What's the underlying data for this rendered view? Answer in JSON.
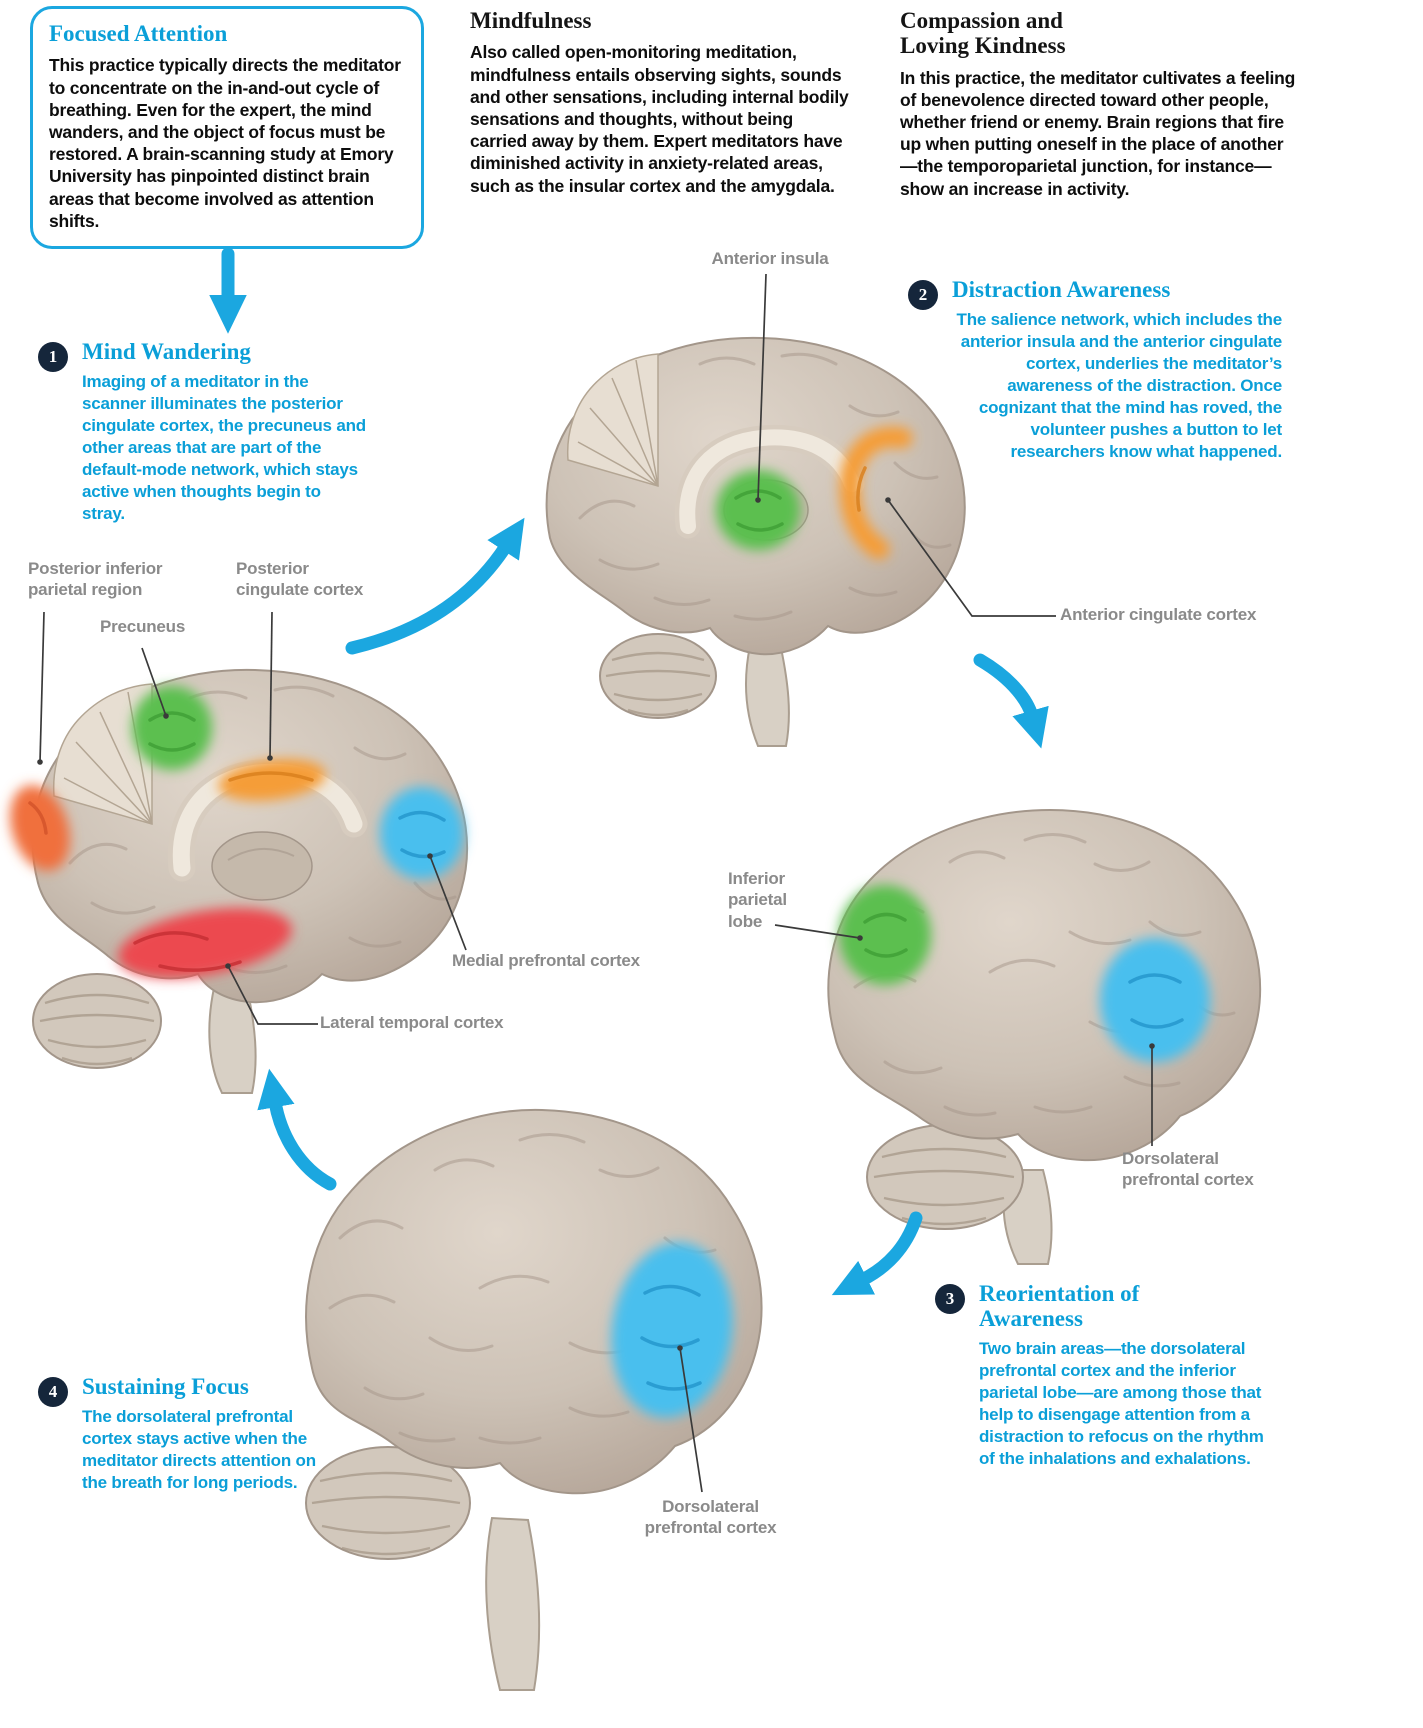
{
  "intro": {
    "focused_attention": {
      "title": "Focused Attention",
      "body": "This practice typically directs the meditator to concentrate on the in-and-out cycle of breathing. Even for the expert, the mind wanders, and the object of focus must be restored. A brain-scanning study at Emory University has pinpointed distinct brain areas that become involved as attention shifts."
    },
    "mindfulness": {
      "title": "Mindfulness",
      "body": "Also called open-monitoring meditation, mindfulness entails observing sights, sounds and other sensations, including internal bodily sensations and thoughts, without being carried away by them. Expert meditators have diminished activity in anxiety-related areas, such as the insular cortex and the amygdala."
    },
    "compassion": {
      "title": "Compassion and Loving Kindness",
      "body": "In this practice, the meditator cultivates a feeling of benevolence directed toward other people, whether friend or enemy. Brain regions that fire up when putting oneself in the place of another—the temporoparietal junction, for instance—show an increase in activity."
    }
  },
  "steps": [
    {
      "number": "1",
      "title": "Mind Wandering",
      "body": "Imaging of a meditator in the scanner illuminates the posterior cingulate cortex, the precuneus and other areas that are part of the default-mode network, which stays active when thoughts begin to stray."
    },
    {
      "number": "2",
      "title": "Distraction Awareness",
      "body": "The salience network, which includes the anterior insula and the anterior cingulate cortex, underlies the meditator’s awareness of the distraction. Once cognizant that the mind has roved, the volunteer pushes a button to let researchers know what happened."
    },
    {
      "number": "3",
      "title": "Reorientation of Awareness",
      "body": "Two brain areas—the dorsolateral prefrontal cortex and the inferior parietal lobe—are among those that help to disengage attention from a distraction to refocus on the rhythm of the inhalations and exhalations."
    },
    {
      "number": "4",
      "title": "Sustaining Focus",
      "body": "The dorsolateral prefrontal cortex stays active when the meditator directs attention on the breath for long periods."
    }
  ],
  "labels": {
    "anterior_insula": "Anterior insula",
    "anterior_cingulate_cortex": "Anterior cingulate cortex",
    "posterior_inferior_parietal": "Posterior inferior parietal region",
    "precuneus": "Precuneus",
    "posterior_cingulate_cortex": "Posterior cingulate cortex",
    "medial_prefrontal_cortex": "Medial prefrontal cortex",
    "lateral_temporal_cortex": "Lateral temporal cortex",
    "inferior_parietal_lobe": "Inferior parietal lobe",
    "dorsolateral_prefrontal_cortex_3": "Dorsolateral prefrontal cortex",
    "dorsolateral_prefrontal_cortex_4": "Dorsolateral prefrontal cortex"
  },
  "colors": {
    "accent_blue": "#1ba7e0",
    "heading_blue": "#0a9fd8",
    "step_circle": "#15263b",
    "label_gray": "#8a8a8a",
    "region_green": "#5cbf4f",
    "region_orange": "#f59d38",
    "region_blue": "#49bfee",
    "region_red": "#ec4a4f",
    "region_orange_red": "#f0703e"
  }
}
